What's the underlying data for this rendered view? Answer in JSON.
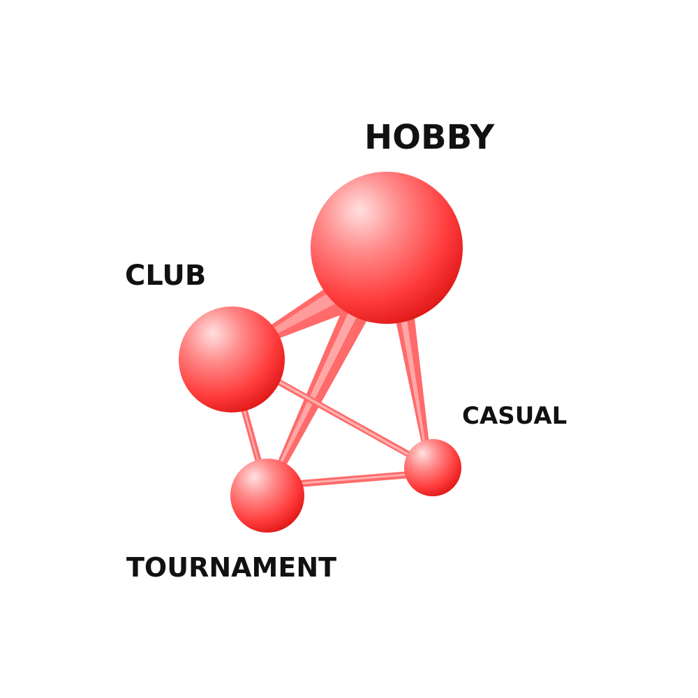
{
  "diagram": {
    "nodes": [
      {
        "id": "hobby",
        "label": "HOBBY"
      },
      {
        "id": "club",
        "label": "CLUB"
      },
      {
        "id": "casual",
        "label": "CASUAL"
      },
      {
        "id": "tournament",
        "label": "TOURNAMENT"
      }
    ],
    "edges": [
      {
        "from": "hobby",
        "to": "club"
      },
      {
        "from": "hobby",
        "to": "tournament"
      },
      {
        "from": "hobby",
        "to": "casual"
      },
      {
        "from": "club",
        "to": "tournament"
      },
      {
        "from": "club",
        "to": "casual"
      },
      {
        "from": "tournament",
        "to": "casual"
      }
    ],
    "colors": {
      "sphere_light": "#ffe0e0",
      "sphere_mid": "#ff6060",
      "sphere_dark": "#e01818",
      "stick_light": "#ffc4c4",
      "stick_dark": "#f04848",
      "label": "#111111"
    }
  }
}
